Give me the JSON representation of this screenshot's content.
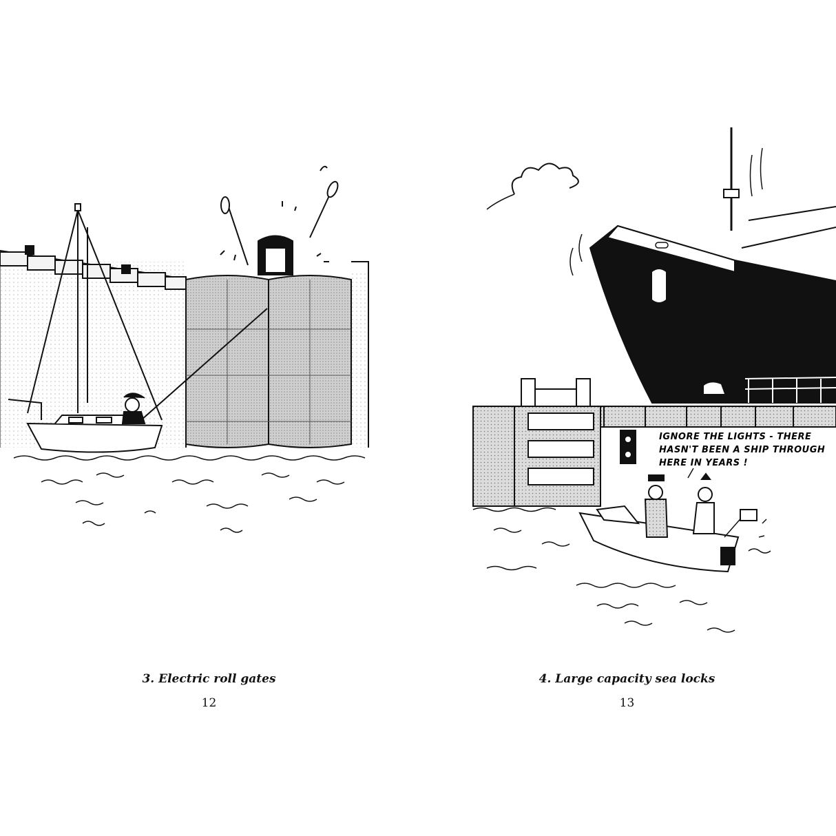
{
  "left_page": {
    "caption": "3. Electric roll gates",
    "page_number": "12"
  },
  "right_page": {
    "caption": "4. Large capacity sea locks",
    "page_number": "13",
    "speech_bubble": {
      "line1": "IGNORE THE LIGHTS - THERE",
      "line2": "HASN'T BEEN A SHIP THROUGH",
      "line3": "HERE IN YEARS !"
    }
  },
  "colors": {
    "ink": "#111111",
    "paper": "#ffffff",
    "stipple": "#bdbdbd"
  }
}
